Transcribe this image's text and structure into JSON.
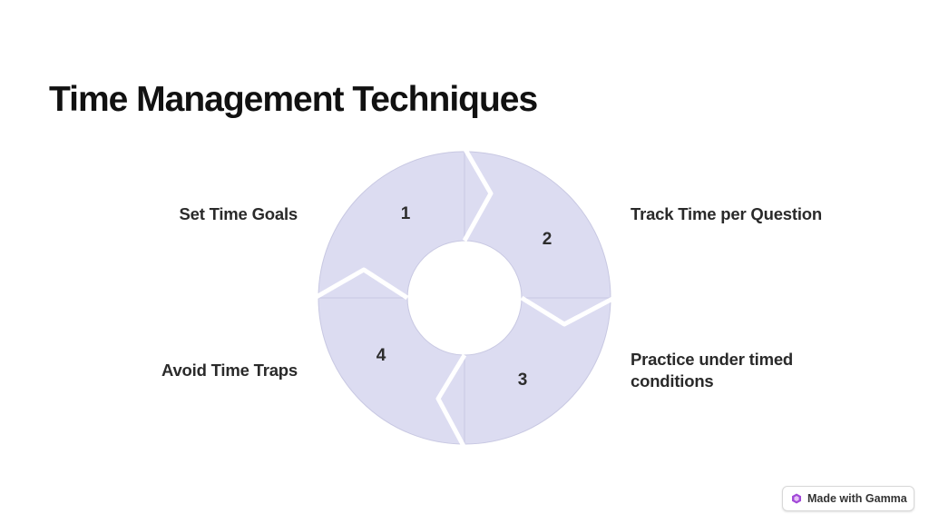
{
  "title": "Time Management Techniques",
  "steps": [
    {
      "number": "1",
      "label": "Set Time Goals"
    },
    {
      "number": "2",
      "label": "Track Time per Question"
    },
    {
      "number": "3",
      "label": "Practice under timed conditions"
    },
    {
      "number": "4",
      "label": "Avoid Time Traps"
    }
  ],
  "badge": {
    "label": "Made with Gamma",
    "icon": "gamma-logo-icon"
  },
  "colors": {
    "segment_fill": "#dcdcf1",
    "segment_stroke": "#c8c8e2",
    "text": "#2a2a2a",
    "gamma_icon": "#a24ad8"
  }
}
